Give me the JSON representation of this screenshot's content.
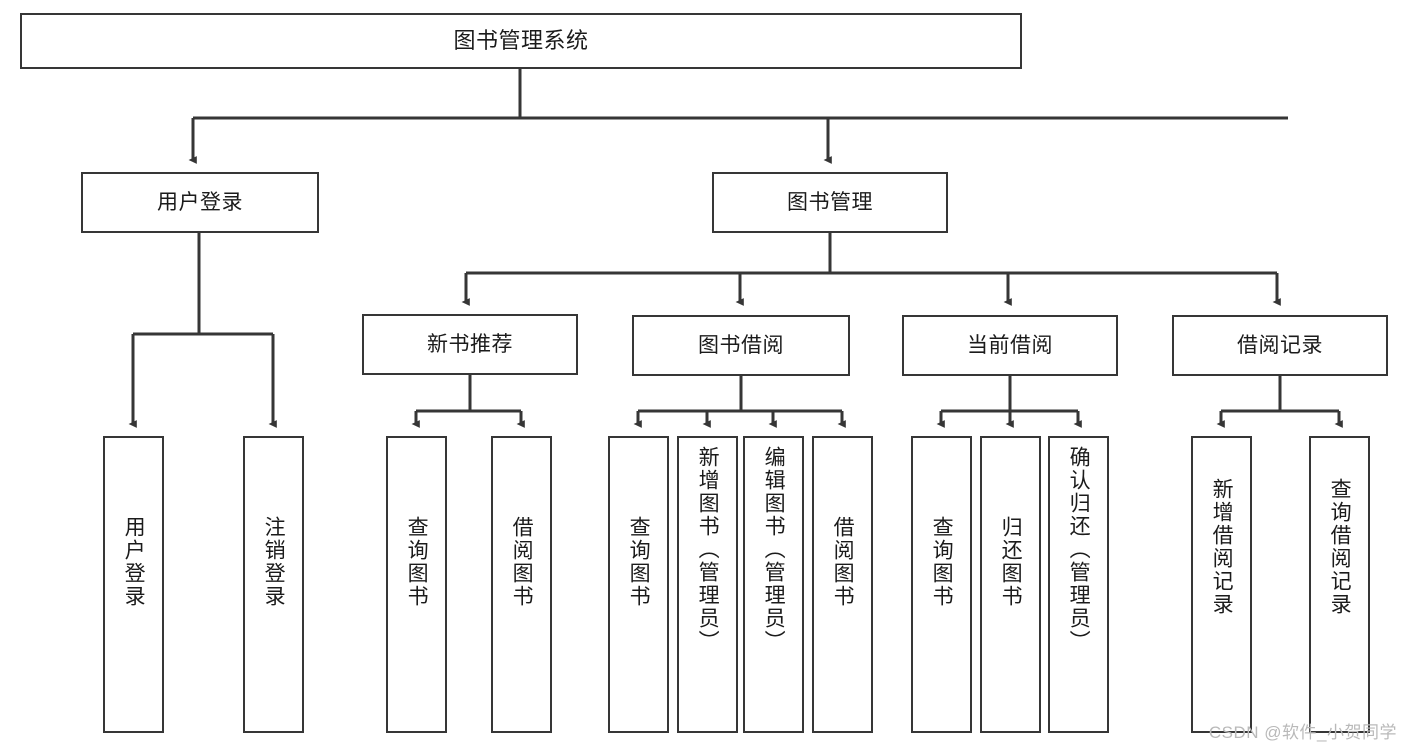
{
  "diagram": {
    "type": "tree",
    "title": "图书管理系统",
    "root": {
      "label": "图书管理系统"
    },
    "level2": [
      {
        "label": "用户登录"
      },
      {
        "label": "图书管理"
      }
    ],
    "level3": [
      {
        "label": "新书推荐"
      },
      {
        "label": "图书借阅"
      },
      {
        "label": "当前借阅"
      },
      {
        "label": "借阅记录"
      }
    ],
    "leaves": {
      "user_login": [
        {
          "label": "用户登录"
        },
        {
          "label": "注销登录"
        }
      ],
      "new_book_recommend": [
        {
          "label": "查询图书"
        },
        {
          "label": "借阅图书"
        }
      ],
      "book_borrow": [
        {
          "label": "查询图书"
        },
        {
          "label": "新增图书（管理员）"
        },
        {
          "label": "编辑图书（管理员）"
        },
        {
          "label": "借阅图书"
        }
      ],
      "current_borrow": [
        {
          "label": "查询图书"
        },
        {
          "label": "归还图书"
        },
        {
          "label": "确认归还（管理员）"
        }
      ],
      "borrow_record": [
        {
          "label": "新增借阅记录"
        },
        {
          "label": "查询借阅记录"
        }
      ]
    }
  },
  "watermark": {
    "text": "CSDN @软件_小贺同学"
  },
  "colors": {
    "stroke": "#363636",
    "fill": "#ffffff",
    "text": "#1b1b1b",
    "watermark": "#b9b9b9"
  }
}
